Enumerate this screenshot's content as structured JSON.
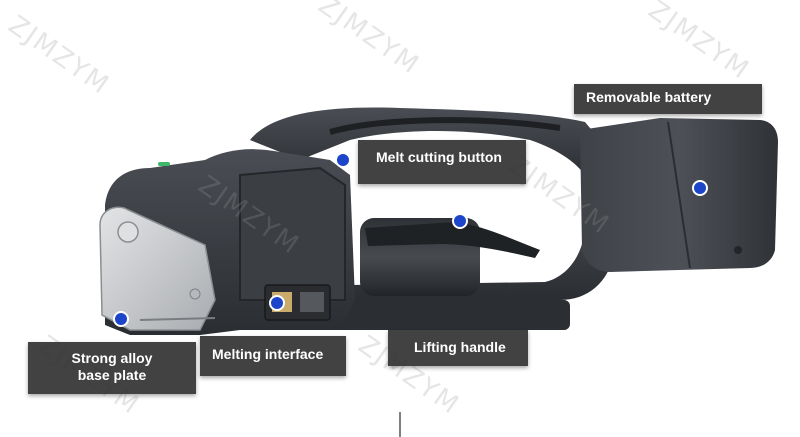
{
  "labels": {
    "removable_battery": "Removable battery",
    "melt_cutting_button": "Melt cutting button",
    "strong_alloy_line1": "Strong alloy",
    "strong_alloy_line2": "base plate",
    "melting_interface": "Melting interface",
    "lifting_handle": "Lifting handle"
  },
  "watermark": "ZJMZYM",
  "colors": {
    "tool_body": "#3a3d42",
    "tool_dark": "#24272b",
    "alloy_plate": "#c9cbcd",
    "accent_green": "#3db86a",
    "marker_blue": "#1d45c9",
    "callout_bg": "#2d2d2d"
  }
}
